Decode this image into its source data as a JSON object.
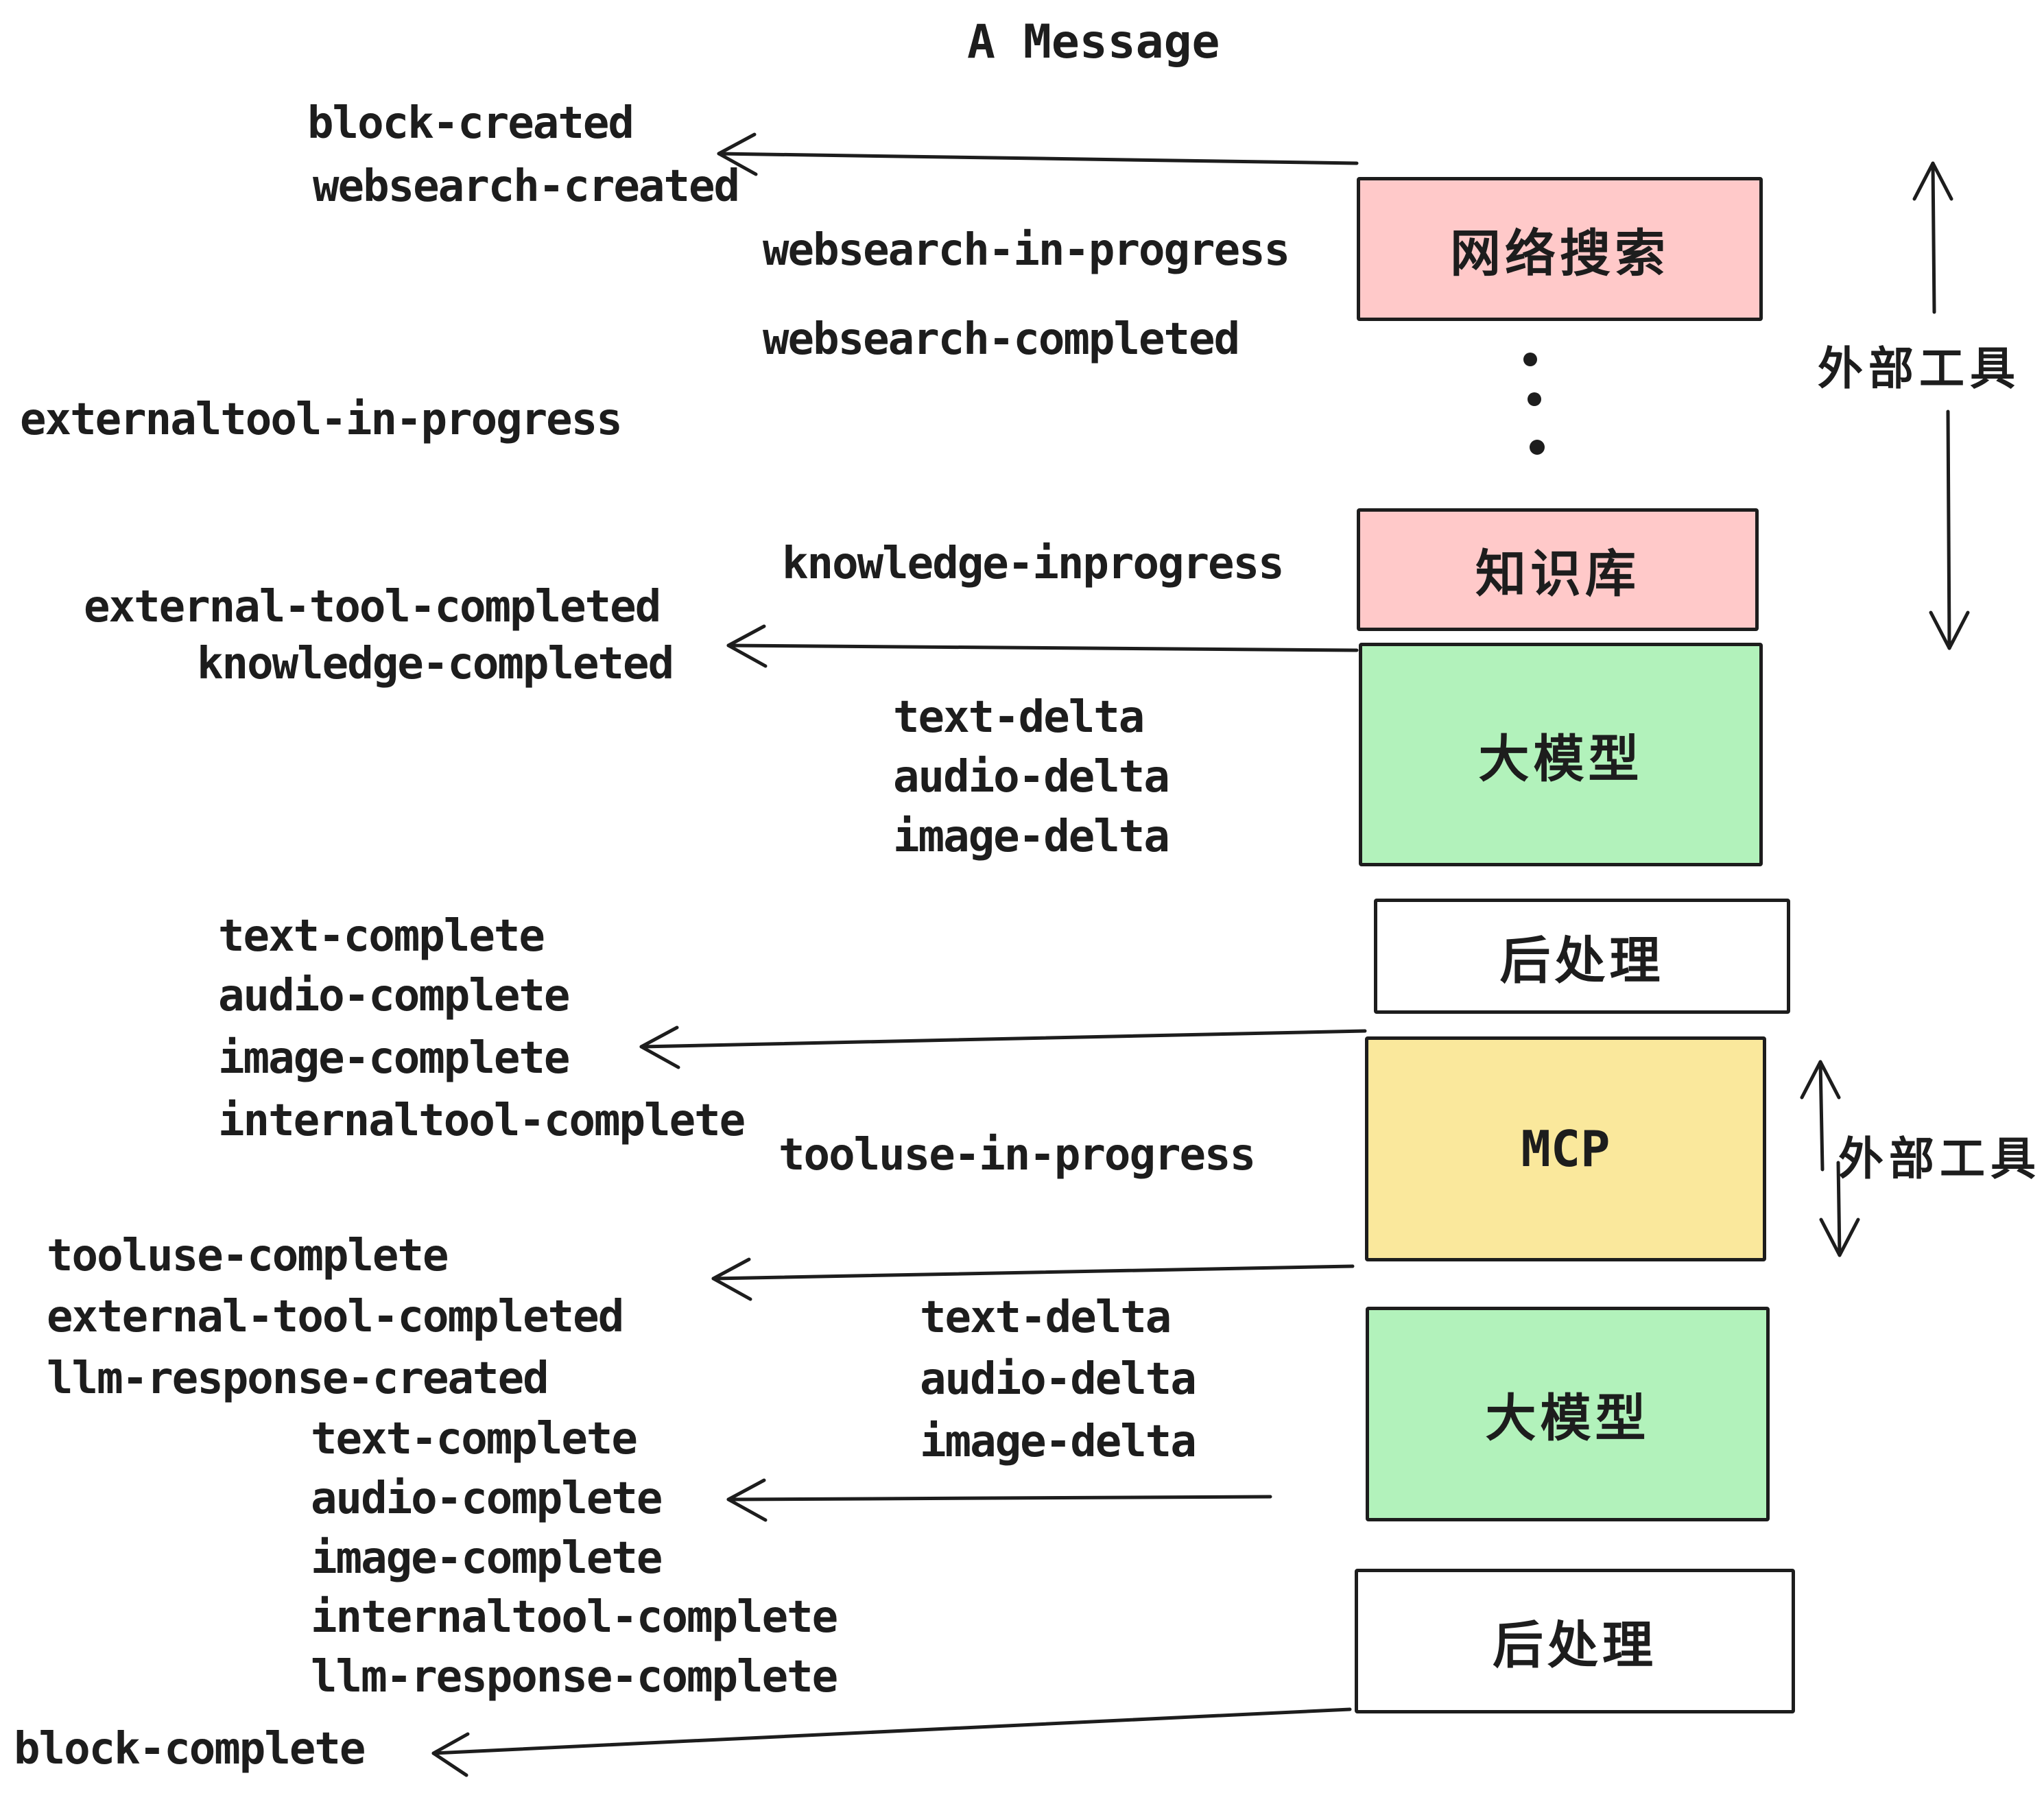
{
  "title": "A Message",
  "events": {
    "block_created": "block-created",
    "websearch_created": "websearch-created",
    "websearch_in_progress": "websearch-in-progress",
    "websearch_completed": "websearch-completed",
    "externaltool_in_progress": "externaltool-in-progress",
    "knowledge_inprogress": "knowledge-inprogress",
    "external_tool_completed_1": "external-tool-completed",
    "knowledge_completed": "knowledge-completed",
    "text_delta_1": "text-delta",
    "audio_delta_1": "audio-delta",
    "image_delta_1": "image-delta",
    "text_complete_1": "text-complete",
    "audio_complete_1": "audio-complete",
    "image_complete_1": "image-complete",
    "internaltool_complete_1": "internaltool-complete",
    "tooluse_in_progress": "tooluse-in-progress",
    "tooluse_complete": "tooluse-complete",
    "external_tool_completed_2": "external-tool-completed",
    "llm_response_created": "llm-response-created",
    "text_delta_2": "text-delta",
    "audio_delta_2": "audio-delta",
    "image_delta_2": "image-delta",
    "text_complete_2": "text-complete",
    "audio_complete_2": "audio-complete",
    "image_complete_2": "image-complete",
    "internaltool_complete_2": "internaltool-complete",
    "llm_response_complete": "llm-response-complete",
    "block_complete": "block-complete"
  },
  "boxes": {
    "websearch": {
      "label": "网络搜索",
      "fill": "#ffc9c9"
    },
    "knowledge": {
      "label": "知识库",
      "fill": "#ffc9c9"
    },
    "llm_1": {
      "label": "大模型",
      "fill": "#b2f2bb"
    },
    "post_1": {
      "label": "后处理",
      "fill": "#ffffff"
    },
    "mcp": {
      "label": "MCP",
      "fill": "#fae89c"
    },
    "llm_2": {
      "label": "大模型",
      "fill": "#b2f2bb"
    },
    "post_2": {
      "label": "后处理",
      "fill": "#ffffff"
    }
  },
  "annotations": {
    "external_tools_top": "外部工具",
    "external_tools_mcp": "外部工具"
  },
  "colors": {
    "ink": "#1d1d1d",
    "pink": "#ffc9c9",
    "green": "#b2f2bb",
    "yellow": "#fae89c",
    "white": "#ffffff"
  }
}
